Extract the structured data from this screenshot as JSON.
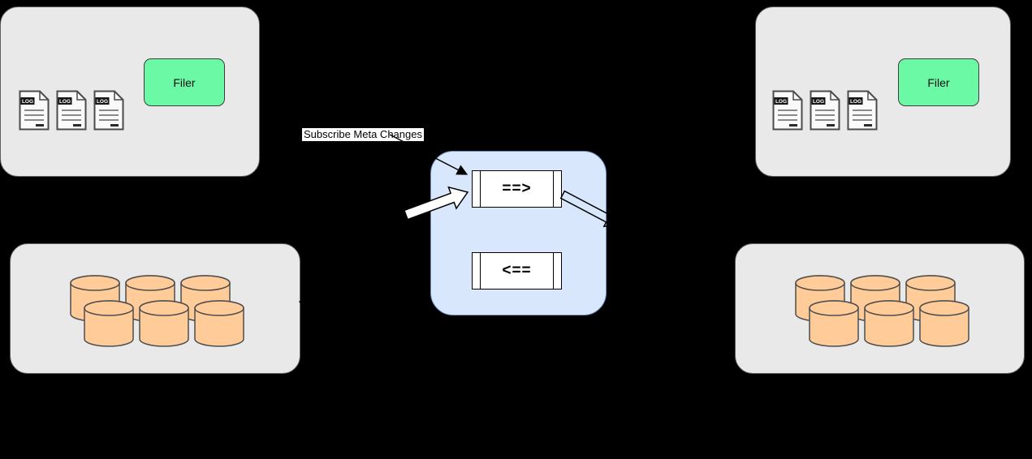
{
  "diagram": {
    "background_color": "#000000",
    "subscribe_label": "Subscribe Meta Changes",
    "log_badge": "LOG",
    "datacenter_left": {
      "filer_label": "Filer",
      "log_file_count": 3
    },
    "datacenter_right": {
      "filer_label": "Filer",
      "log_file_count": 3
    },
    "hub": {
      "forward_queue_label": "==>",
      "backward_queue_label": "<=="
    },
    "storage_left": {
      "cylinder_count": 6
    },
    "storage_right": {
      "cylinder_count": 6
    },
    "colors": {
      "container_fill": "#e9e9e9",
      "container_border": "#5f5f5f",
      "filer_fill": "#6cf9a6",
      "hub_fill": "#d9e7fc",
      "hub_border": "#6c8ebf",
      "cylinder_fill": "#ffcc99",
      "queue_fill": "#ffffff",
      "label_background": "#ffffff",
      "arrow_color": "#000000"
    }
  }
}
